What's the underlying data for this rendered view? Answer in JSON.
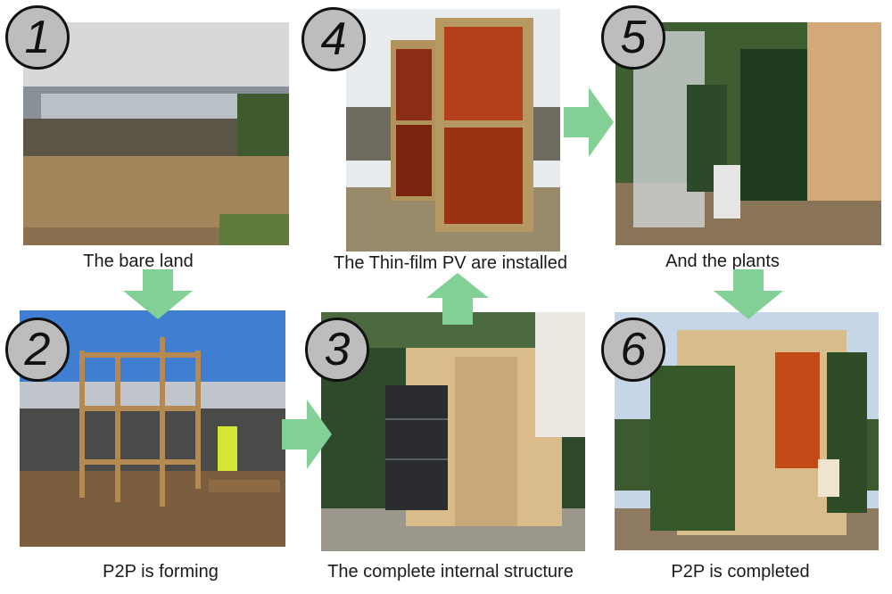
{
  "steps": [
    {
      "number": "1",
      "caption": "The bare land"
    },
    {
      "number": "2",
      "caption": "P2P is forming"
    },
    {
      "number": "3",
      "caption": "The complete internal structure"
    },
    {
      "number": "4",
      "caption": "The Thin-film PV are installed"
    },
    {
      "number": "5",
      "caption": "And the plants"
    },
    {
      "number": "6",
      "caption": "P2P is completed"
    }
  ],
  "colors": {
    "arrow": "#82d096",
    "badge_fill": "#bdbdbd",
    "badge_border": "#111111"
  },
  "icons": {
    "arrow": "block-arrow-icon"
  }
}
